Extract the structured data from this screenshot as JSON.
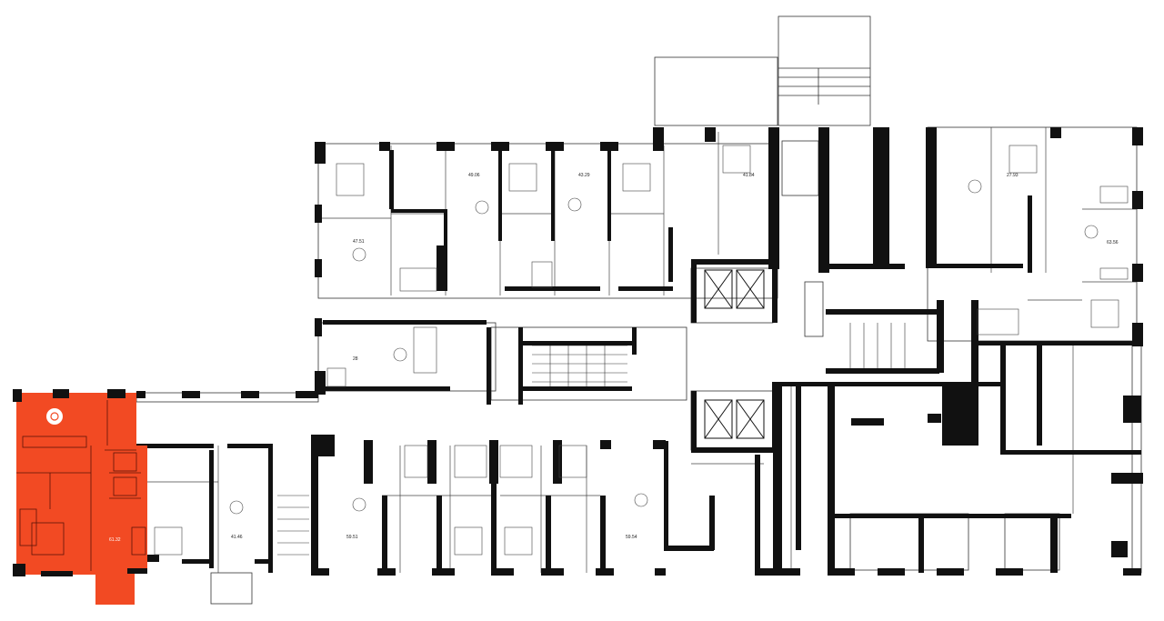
{
  "plan": {
    "highlight_color": "#f24a23",
    "highlight_dark": "#e8401c",
    "wall_color": "#111111",
    "units": [
      {
        "id": "u1",
        "area": "47.51"
      },
      {
        "id": "u2",
        "area": "49.06"
      },
      {
        "id": "u3",
        "area": "43.29"
      },
      {
        "id": "u4",
        "area": "41.84"
      },
      {
        "id": "u5",
        "area": "28"
      },
      {
        "id": "u6",
        "area": "27.93"
      },
      {
        "id": "u7",
        "area": "63.56"
      },
      {
        "id": "u8",
        "area": "61.32",
        "highlighted": true
      },
      {
        "id": "u9",
        "area": "41.46"
      },
      {
        "id": "u10",
        "area": "59.51"
      },
      {
        "id": "u11",
        "area": "59.54"
      }
    ]
  }
}
